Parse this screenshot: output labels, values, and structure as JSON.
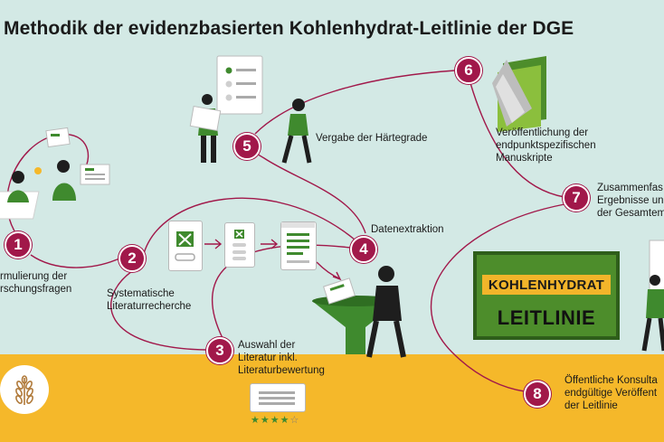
{
  "title": "Methodik der evidenzbasierten Kohlenhydrat-Leitlinie der DGE",
  "colors": {
    "background": "#d3e9e5",
    "ground": "#f5b82a",
    "step_circle": "#a1184a",
    "brand_green": "#4d8d2b",
    "dark_text": "#1a1a1a"
  },
  "steps": [
    {
      "number": "1",
      "lines": [
        "rmulierung der",
        "rschungsfragen"
      ]
    },
    {
      "number": "2",
      "lines": [
        "Systematische",
        "Literaturrecherche"
      ]
    },
    {
      "number": "3",
      "lines": [
        "Auswahl der",
        "Literatur inkl.",
        "Literaturbewertung"
      ]
    },
    {
      "number": "4",
      "lines": [
        "Datenextraktion"
      ]
    },
    {
      "number": "5",
      "lines": [
        "Vergabe der Härtegrade"
      ]
    },
    {
      "number": "6",
      "lines": [
        "Veröffentlichung der",
        "endpunktspezifischen",
        "Manuskripte"
      ]
    },
    {
      "number": "7",
      "lines": [
        "Zusammenfas",
        "Ergebnisse un",
        "der Gesamtem"
      ]
    },
    {
      "number": "8",
      "lines": [
        "Öffentliche Konsulta",
        "endgültige Veröffent",
        "der Leitlinie"
      ]
    }
  ],
  "sign": {
    "top": "KOHLENHYDRAT",
    "bottom": "LEITLINIE"
  },
  "rating": {
    "filled": "★★★★",
    "empty": "☆"
  },
  "icons": [
    "wheat-logo-icon",
    "excel-document-icon",
    "arrow-right-icon",
    "funnel-icon",
    "checklist-icon",
    "manuscript-stack-icon"
  ]
}
